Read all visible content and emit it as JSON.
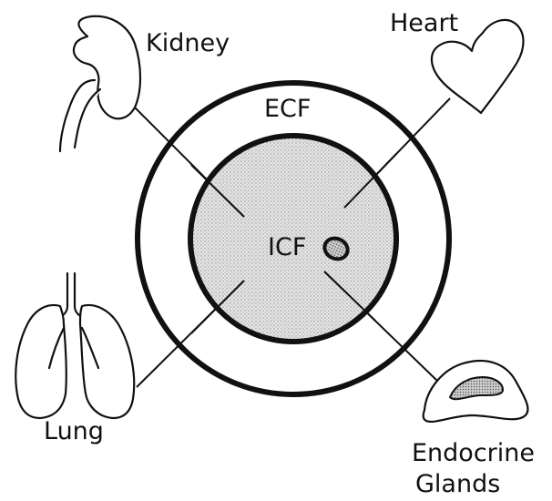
{
  "labels": {
    "kidney": "Kidney",
    "heart": "Heart",
    "ecf": "ECF",
    "icf": "ICF",
    "lung": "Lung",
    "endocrine_line1": "Endocrine",
    "endocrine_line2": "Glands"
  },
  "colors": {
    "ink": "#111111",
    "icf_fill": "#d9d9d9",
    "background": "#ffffff"
  },
  "icons": [
    "kidney-icon",
    "heart-icon",
    "lung-icon",
    "endocrine-gland-icon",
    "cell-nucleus-icon"
  ]
}
